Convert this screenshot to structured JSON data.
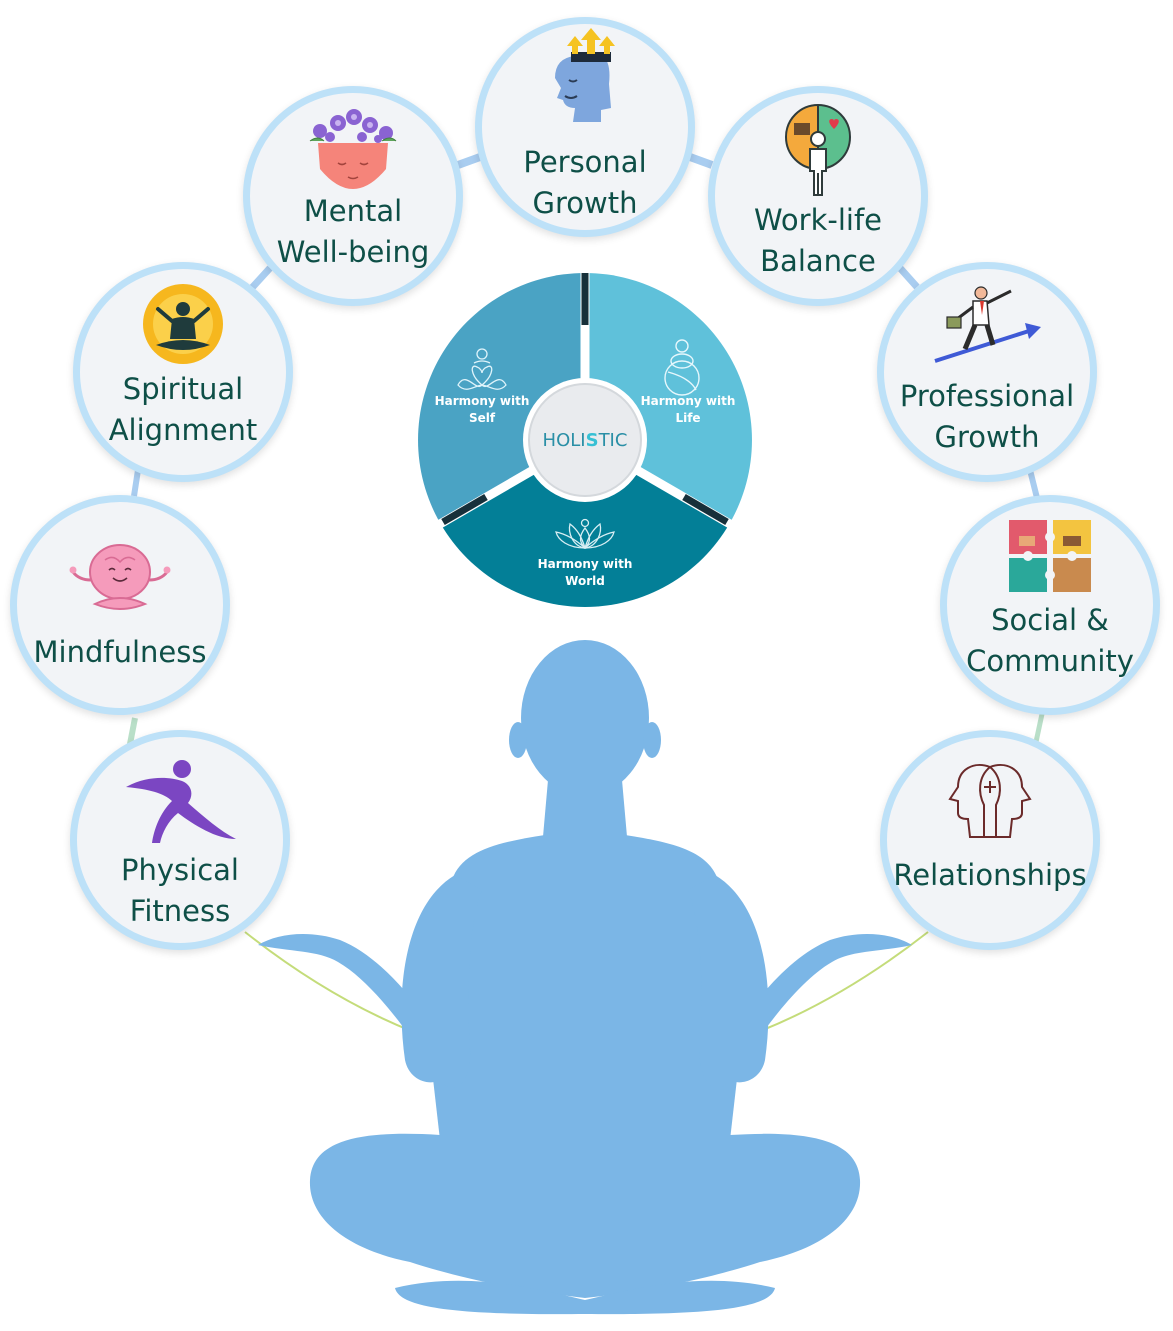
{
  "colors": {
    "ring": "#bde1f8",
    "node_bg": "#f2f4f7",
    "label": "#0e4f47",
    "figure": "#7bb6e6",
    "wheel_self": "#4aa3c4",
    "wheel_life": "#5fc1da",
    "wheel_world": "#037f97",
    "logo_text": "#2a8fa6",
    "logo_accent": "#37c0d4"
  },
  "wheel": {
    "segments": [
      {
        "line1": "Harmony with",
        "line2": "Self",
        "icon": "meditation-heart-icon"
      },
      {
        "line1": "Harmony with",
        "line2": "Life",
        "icon": "stones-icon"
      },
      {
        "line1": "Harmony with",
        "line2": "World",
        "icon": "lotus-icon"
      }
    ],
    "logo": {
      "left": "HOLI",
      "mid": "S",
      "right": "TIC"
    }
  },
  "nodes": [
    {
      "id": "physical-fitness",
      "line1": "Physical",
      "line2": "Fitness",
      "icon": "running-figure-icon"
    },
    {
      "id": "mindfulness",
      "line1": "Mindfulness",
      "line2": "",
      "icon": "meditating-brain-icon"
    },
    {
      "id": "spiritual-alignment",
      "line1": "Spiritual",
      "line2": "Alignment",
      "icon": "meditation-sun-icon"
    },
    {
      "id": "mental-well-being",
      "line1": "Mental",
      "line2": "Well-being",
      "icon": "flower-head-icon"
    },
    {
      "id": "personal-growth",
      "line1": "Personal",
      "line2": "Growth",
      "icon": "head-arrows-icon"
    },
    {
      "id": "work-life-balance",
      "line1": "Work-life",
      "line2": "Balance",
      "icon": "balance-person-icon"
    },
    {
      "id": "professional-growth",
      "line1": "Professional",
      "line2": "Growth",
      "icon": "climbing-businessman-icon"
    },
    {
      "id": "social-community",
      "line1": "Social &",
      "line2": "Community",
      "icon": "puzzle-hands-icon"
    },
    {
      "id": "relationships",
      "line1": "Relationships",
      "line2": "",
      "icon": "two-heads-icon"
    }
  ]
}
